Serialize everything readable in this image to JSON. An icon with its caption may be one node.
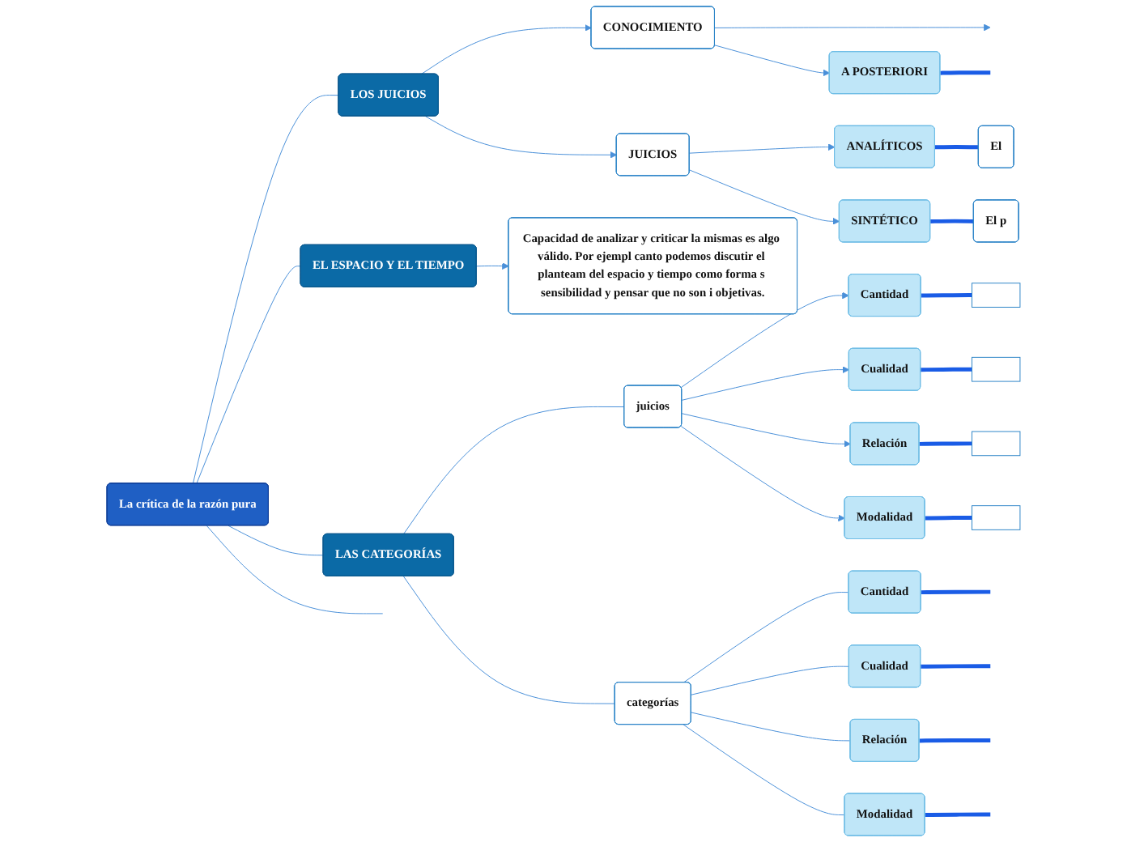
{
  "diagram": {
    "nodes": [
      {
        "text": [
          "La crítica de la razón pura"
        ]
      },
      {
        "text": [
          "LOS JUICIOS"
        ]
      },
      {
        "text": [
          "CONOCIMIENTO"
        ]
      },
      {
        "text": [
          "A POSTERIORI"
        ]
      },
      {
        "text": [
          "JUICIOS"
        ]
      },
      {
        "text": [
          "ANALÍTICOS"
        ]
      },
      {
        "text": [
          "El"
        ]
      },
      {
        "text": [
          "SINTÉTICO"
        ]
      },
      {
        "text": [
          "El p"
        ]
      },
      {
        "text": [
          "EL ESPACIO Y EL TIEMPO"
        ]
      },
      {
        "text": [
          "Capacidad de analizar y criticar la mismas es algo válido. Por ejempl canto podemos discutir el planteam del espacio y tiempo como forma s sensibilidad y pensar que no son i objetivas."
        ]
      },
      {
        "text": [
          "LAS CATEGORÍAS"
        ]
      },
      {
        "text": [
          "juicios"
        ]
      },
      {
        "text": [
          "Cantidad"
        ]
      },
      {
        "text": [],
        "shape": "box"
      },
      {
        "text": [
          "Cualidad"
        ]
      },
      {
        "text": [],
        "shape": "box"
      },
      {
        "text": [
          "Relación"
        ]
      },
      {
        "text": [],
        "shape": "box"
      },
      {
        "text": [
          "Modalidad"
        ]
      },
      {
        "text": [],
        "shape": "box"
      },
      {
        "text": [
          "categorías"
        ]
      },
      {
        "text": [
          "Cantidad"
        ]
      },
      {
        "text": [
          "Cualidad"
        ]
      },
      {
        "text": [
          "Relación"
        ]
      },
      {
        "text": [
          "Modalidad"
        ]
      }
    ],
    "edges": [
      {
        "from": 0,
        "to": 1,
        "arrow": "none"
      },
      {
        "from": 0,
        "to": 9,
        "arrow": "none"
      },
      {
        "from": 0,
        "to": 11,
        "arrow": "none"
      },
      {
        "from": 0,
        "to": null,
        "arrow": "none"
      },
      {
        "from": 1,
        "to": 2,
        "arrow": "to"
      },
      {
        "from": 1,
        "to": 4,
        "arrow": "to"
      },
      {
        "from": 2,
        "to": null,
        "arrow": "to"
      },
      {
        "from": 2,
        "to": 3,
        "arrow": "to"
      },
      {
        "from": 3,
        "to": null,
        "arrow": "none",
        "style": "thick",
        "color": "#1a5ce6"
      },
      {
        "from": 4,
        "to": 5,
        "arrow": "to"
      },
      {
        "from": 4,
        "to": 7,
        "arrow": "to"
      },
      {
        "from": 5,
        "to": 6,
        "arrow": "none",
        "style": "thick",
        "color": "#1a5ce6"
      },
      {
        "from": 7,
        "to": 8,
        "arrow": "none",
        "style": "thick",
        "color": "#1a5ce6"
      },
      {
        "from": 9,
        "to": 10,
        "arrow": "to"
      },
      {
        "from": 11,
        "to": 12,
        "arrow": "none"
      },
      {
        "from": 11,
        "to": 21,
        "arrow": "none"
      },
      {
        "from": 12,
        "to": 13,
        "arrow": "to"
      },
      {
        "from": 12,
        "to": 15,
        "arrow": "to"
      },
      {
        "from": 12,
        "to": 17,
        "arrow": "to"
      },
      {
        "from": 12,
        "to": 19,
        "arrow": "to"
      },
      {
        "from": 13,
        "to": 14,
        "arrow": "none",
        "style": "thick",
        "color": "#1a5ce6"
      },
      {
        "from": 15,
        "to": 16,
        "arrow": "none",
        "style": "thick",
        "color": "#1a5ce6"
      },
      {
        "from": 17,
        "to": 18,
        "arrow": "none",
        "style": "thick",
        "color": "#1a5ce6"
      },
      {
        "from": 19,
        "to": 20,
        "arrow": "none",
        "style": "thick",
        "color": "#1a5ce6"
      },
      {
        "from": 21,
        "to": 22,
        "arrow": "none"
      },
      {
        "from": 21,
        "to": 23,
        "arrow": "none"
      },
      {
        "from": 21,
        "to": 24,
        "arrow": "none"
      },
      {
        "from": 21,
        "to": 25,
        "arrow": "none"
      },
      {
        "from": 22,
        "to": null,
        "arrow": "none",
        "style": "thick",
        "color": "#1a5ce6"
      },
      {
        "from": 23,
        "to": null,
        "arrow": "none",
        "style": "thick",
        "color": "#1a5ce6"
      },
      {
        "from": 24,
        "to": null,
        "arrow": "none",
        "style": "thick",
        "color": "#1a5ce6"
      },
      {
        "from": 25,
        "to": null,
        "arrow": "none",
        "style": "thick",
        "color": "#1a5ce6"
      }
    ]
  }
}
